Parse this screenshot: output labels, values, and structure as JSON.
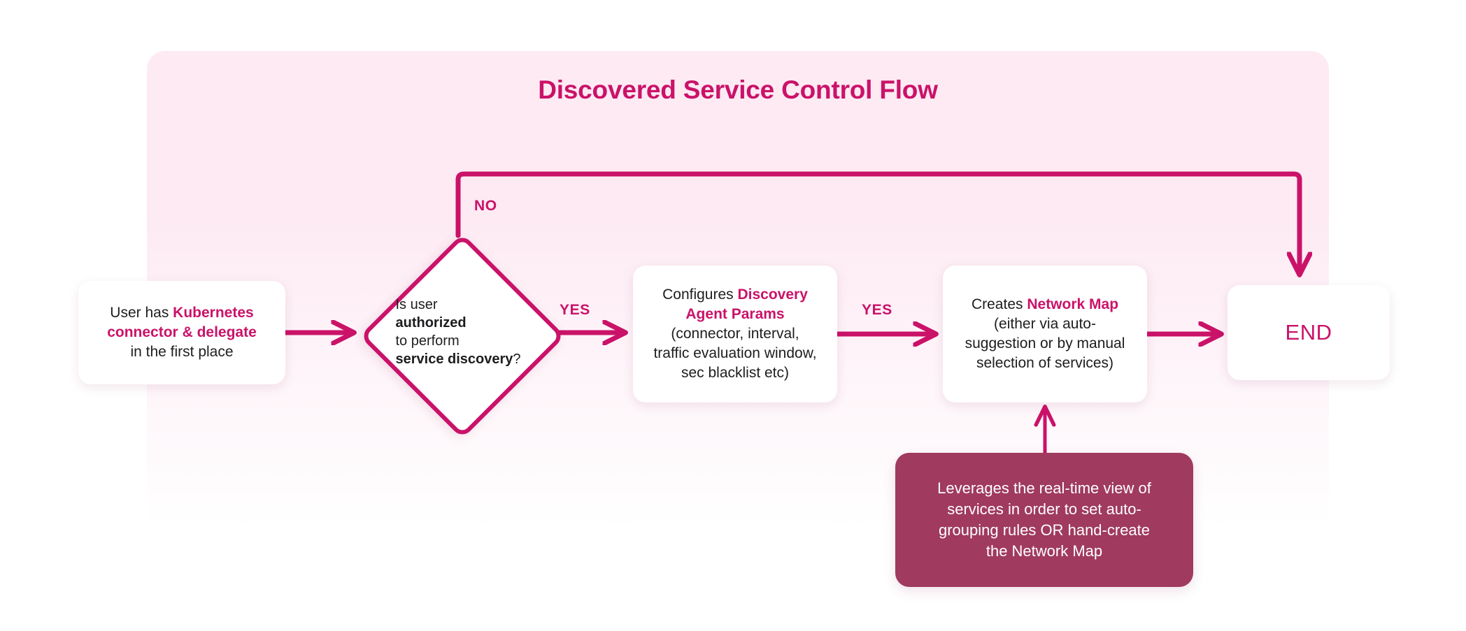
{
  "diagram": {
    "title": "Discovered Service Control Flow",
    "accent_color": "#ca1269",
    "panel_color": "#fdeaf3",
    "note_color": "#a03a5e",
    "background_color": "#ffffff"
  },
  "nodes": {
    "start": {
      "type": "process",
      "line1_plain": "User has ",
      "line1_bold": "Kubernetes",
      "line2_bold": "connector & delegate",
      "line3_plain": "in the first place"
    },
    "decision": {
      "type": "decision",
      "line1": "Is user",
      "line2_bold": "authorized",
      "line3": "to perform",
      "line4_bold": "service discovery",
      "line4_tail": "?"
    },
    "config": {
      "type": "process",
      "line1_plain": "Configures ",
      "line1_bold": "Discovery",
      "line2_bold": "Agent Params",
      "line3": "(connector, interval,",
      "line4": "traffic evaluation window,",
      "line5": "sec blacklist etc)"
    },
    "netmap": {
      "type": "process",
      "line1_plain": "Creates ",
      "line1_bold": "Network Map",
      "line2": "(either via auto-",
      "line3": "suggestion or by manual",
      "line4": "selection of services)"
    },
    "end": {
      "type": "terminator",
      "label": "END"
    },
    "note": {
      "type": "annotation",
      "line1": "Leverages the real-time view of",
      "line2": "services in order to set auto-",
      "line3": "grouping rules OR hand-create",
      "line4": "the Network Map"
    }
  },
  "edges": [
    {
      "id": "start-to-decision",
      "from": "start",
      "to": "decision",
      "label": ""
    },
    {
      "id": "decision-no-to-end",
      "from": "decision",
      "to": "end",
      "label": "NO"
    },
    {
      "id": "decision-yes-config",
      "from": "decision",
      "to": "config",
      "label": "YES"
    },
    {
      "id": "config-to-netmap",
      "from": "config",
      "to": "netmap",
      "label": "YES"
    },
    {
      "id": "netmap-to-end",
      "from": "netmap",
      "to": "end",
      "label": ""
    },
    {
      "id": "note-to-netmap",
      "from": "note",
      "to": "netmap",
      "label": ""
    }
  ],
  "labels": {
    "no": "NO",
    "yes_1": "YES",
    "yes_2": "YES"
  }
}
